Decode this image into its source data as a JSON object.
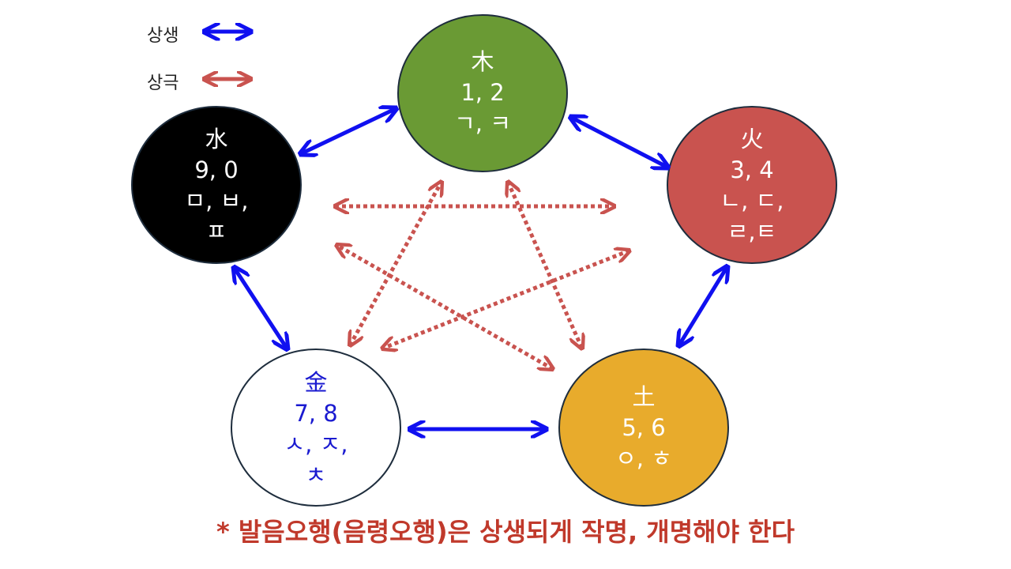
{
  "legend": {
    "sangsaeng": {
      "label": "상생",
      "color": "#1010f0"
    },
    "sanggeuk": {
      "label": "상극",
      "color": "#c9534f"
    }
  },
  "elements": {
    "wood": {
      "hanja": "木",
      "numbers": "1, 2",
      "consonants": [
        "ㄱ, ㅋ"
      ],
      "fill": "#6a9a34",
      "text_color": "#ffffff"
    },
    "fire": {
      "hanja": "火",
      "numbers": "3, 4",
      "consonants": [
        "ㄴ, ㄷ,",
        "ㄹ,ㅌ"
      ],
      "fill": "#c9534f",
      "text_color": "#ffffff"
    },
    "earth": {
      "hanja": "土",
      "numbers": "5, 6",
      "consonants": [
        "ㅇ, ㅎ"
      ],
      "fill": "#e8ab2c",
      "text_color": "#ffffff"
    },
    "metal": {
      "hanja": "金",
      "numbers": "7, 8",
      "consonants": [
        "ㅅ, ㅈ,",
        "ㅊ"
      ],
      "fill": "#ffffff",
      "text_color": "#1a1ad0"
    },
    "water": {
      "hanja": "水",
      "numbers": "9, 0",
      "consonants": [
        "ㅁ, ㅂ,",
        "ㅍ"
      ],
      "fill": "#000000",
      "text_color": "#ffffff"
    }
  },
  "footnote": "* 발음오행(음령오행)은  상생되게 작명, 개명해야 한다"
}
